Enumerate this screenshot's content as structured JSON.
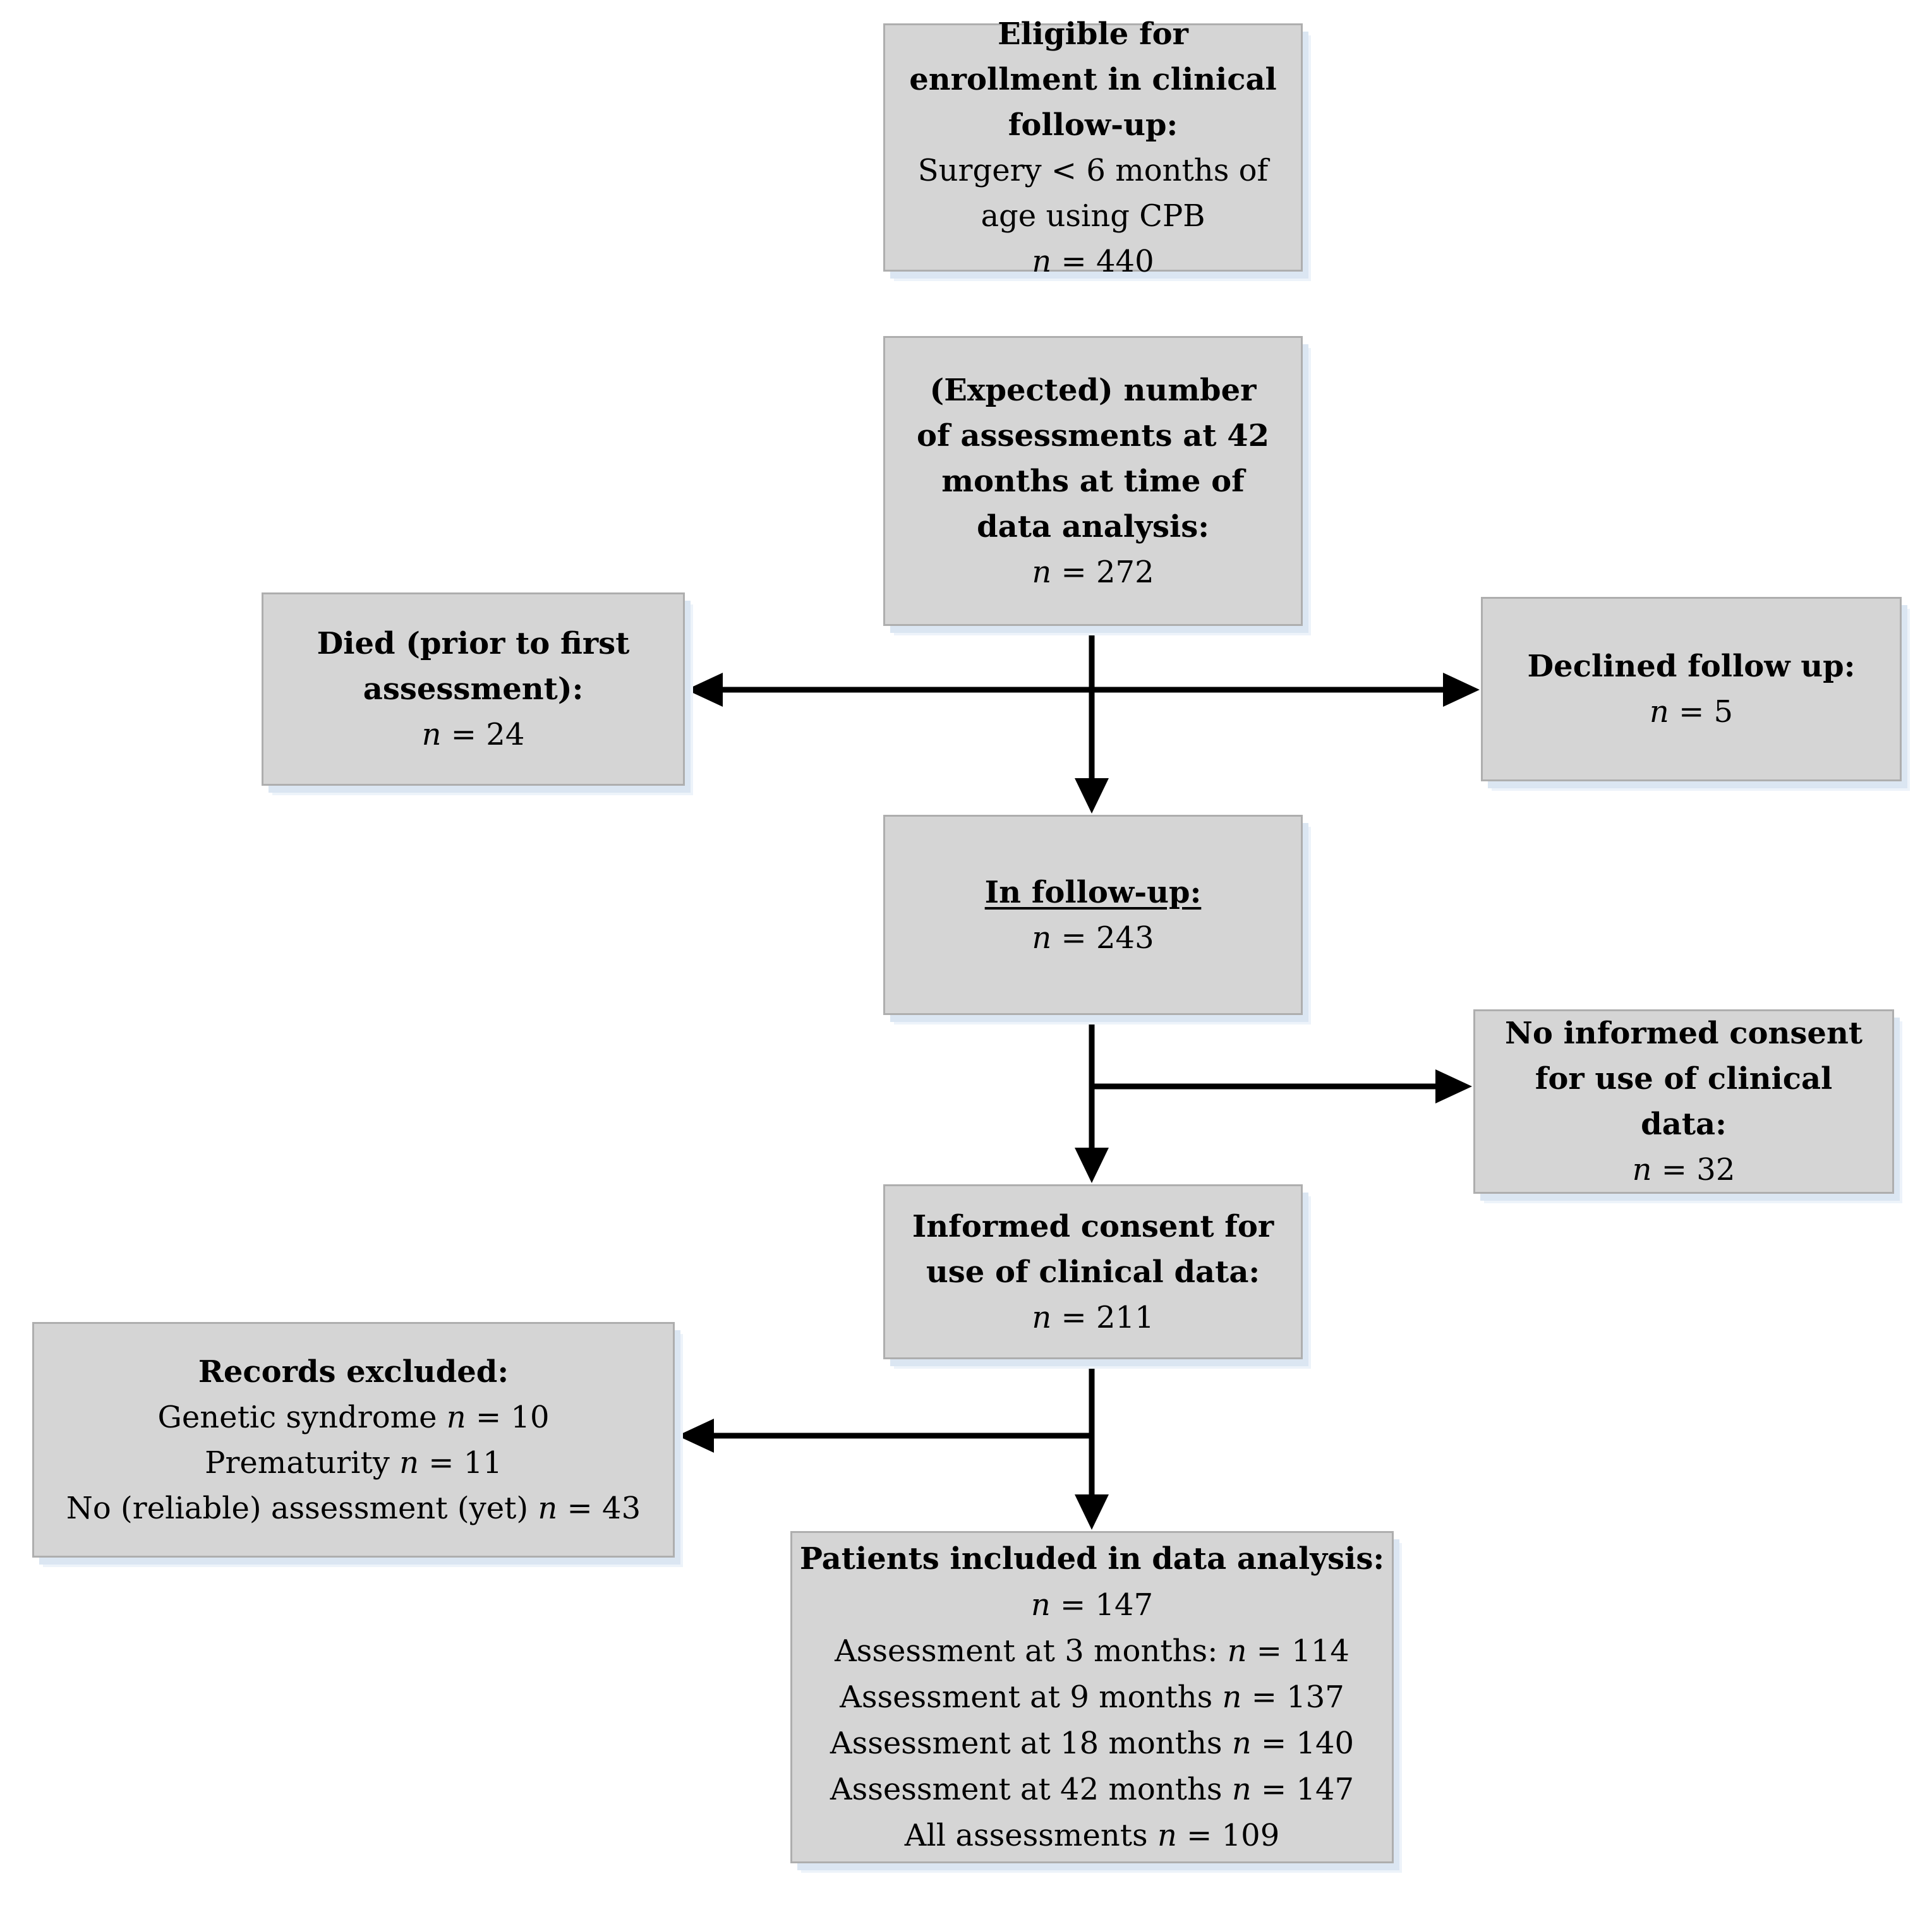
{
  "figure": {
    "type": "patient-flow-diagram",
    "colors": {
      "box_fill": "#d5d5d5",
      "box_border": "#aeaeae",
      "box_shadow": "#dbe6f2",
      "arrow": "#000000",
      "text": "#000000",
      "background": "#ffffff"
    }
  },
  "boxes": {
    "eligible": {
      "title": "Eligible for enrollment in clinical follow-up:",
      "lines": [
        "Surgery < 6 months of age using CPB",
        "n = 440"
      ]
    },
    "expected": {
      "title": "(Expected) number of assessments at 42 months at time of data analysis:",
      "lines": [
        "n = 272"
      ]
    },
    "died": {
      "title": "Died (prior to first assessment):",
      "lines": [
        "n = 24"
      ]
    },
    "declined": {
      "title": "Declined follow up:",
      "lines": [
        "n = 5"
      ]
    },
    "in_followup": {
      "title": "In follow-up:",
      "lines": [
        "n = 243"
      ]
    },
    "no_consent": {
      "title": "No informed consent for use of clinical data:",
      "lines": [
        "n = 32"
      ]
    },
    "consent": {
      "title": "Informed consent for use of clinical data:",
      "lines": [
        "n = 211"
      ]
    },
    "excluded": {
      "title": "Records excluded:",
      "lines": [
        "Genetic syndrome n = 10",
        "Prematurity n = 11",
        "No (reliable) assessment (yet) n = 43"
      ]
    },
    "included": {
      "title": "Patients included in data analysis:",
      "lines": [
        "n = 147",
        "Assessment at 3 months: n = 114",
        "Assessment at 9 months n = 137",
        "Assessment at 18 months n = 140",
        "Assessment at 42 months n = 147",
        "All assessments n = 109"
      ]
    }
  },
  "connections": [
    {
      "from": "expected",
      "to": "died",
      "style": "arrow"
    },
    {
      "from": "expected",
      "to": "declined",
      "style": "arrow"
    },
    {
      "from": "expected",
      "to": "in_followup",
      "style": "arrow"
    },
    {
      "from": "in_followup",
      "to": "no_consent",
      "style": "arrow"
    },
    {
      "from": "in_followup",
      "to": "consent",
      "style": "arrow"
    },
    {
      "from": "consent",
      "to": "excluded",
      "style": "arrow"
    },
    {
      "from": "consent",
      "to": "included",
      "style": "arrow"
    }
  ]
}
